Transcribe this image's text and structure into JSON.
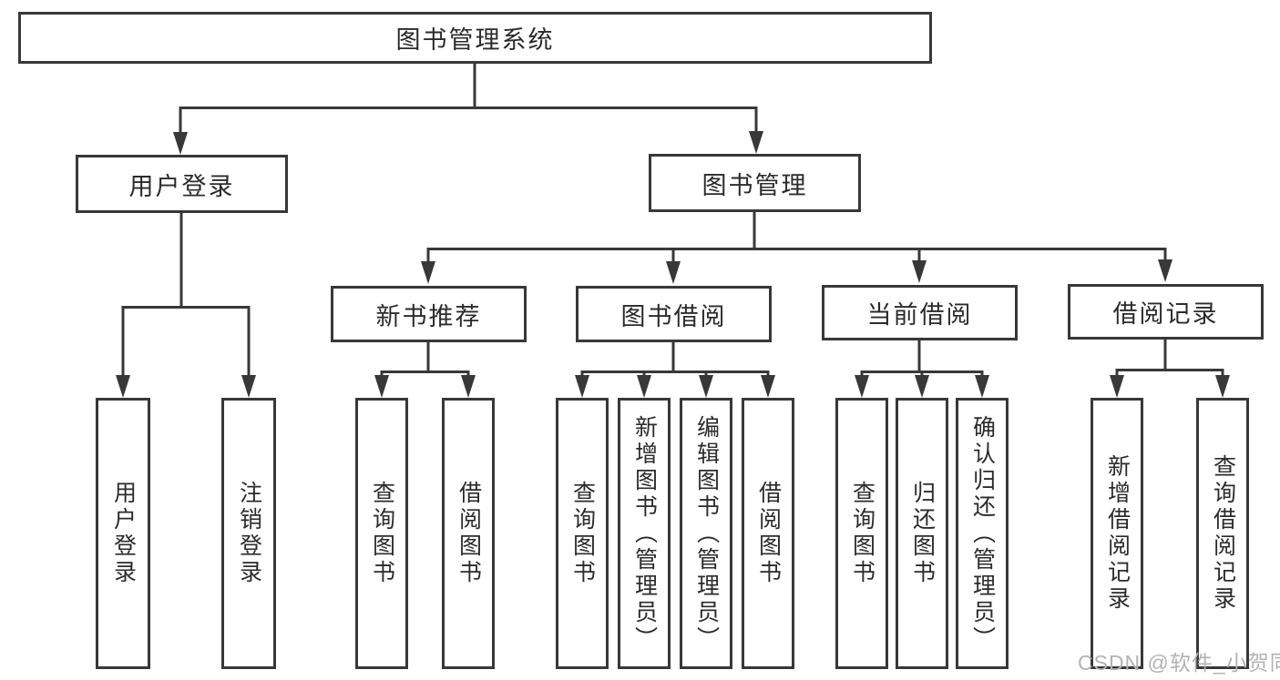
{
  "diagram": {
    "type": "tree",
    "root": {
      "label": "图书管理系统"
    },
    "level2": [
      {
        "id": "user",
        "label": "用户登录",
        "parent": "root"
      },
      {
        "id": "book",
        "label": "图书管理",
        "parent": "root"
      }
    ],
    "level3": [
      {
        "id": "new",
        "label": "新书推荐",
        "parent": "book"
      },
      {
        "id": "borrow",
        "label": "图书借阅",
        "parent": "book"
      },
      {
        "id": "current",
        "label": "当前借阅",
        "parent": "book"
      },
      {
        "id": "record",
        "label": "借阅记录",
        "parent": "book"
      }
    ],
    "leaves": [
      {
        "id": "user-login",
        "label": "用户登录",
        "parent": "user"
      },
      {
        "id": "user-logout",
        "label": "注销登录",
        "parent": "user"
      },
      {
        "id": "new-query-books",
        "label": "查询图书",
        "parent": "new"
      },
      {
        "id": "new-borrow-books",
        "label": "借阅图书",
        "parent": "new"
      },
      {
        "id": "borrow-query-books",
        "label": "查询图书",
        "parent": "borrow"
      },
      {
        "id": "borrow-add-books-admin",
        "label": "新增图书（管理员）",
        "parent": "borrow"
      },
      {
        "id": "borrow-edit-books-admin",
        "label": "编辑图书（管理员）",
        "parent": "borrow"
      },
      {
        "id": "borrow-lend-books",
        "label": "借阅图书",
        "parent": "borrow"
      },
      {
        "id": "current-query-books",
        "label": "查询图书",
        "parent": "current"
      },
      {
        "id": "current-return-books",
        "label": "归还图书",
        "parent": "current"
      },
      {
        "id": "current-confirm-return-admin",
        "label": "确认归还（管理员）",
        "parent": "current"
      },
      {
        "id": "record-add-borrow-record",
        "label": "新增借阅记录",
        "parent": "record"
      },
      {
        "id": "record-query-borrow-record",
        "label": "查询借阅记录",
        "parent": "record"
      }
    ]
  },
  "watermark": {
    "text": "CSDN @软件_小贺同学"
  },
  "colors": {
    "line": "#383838",
    "box_border": "#383838",
    "text": "#2b2b2b",
    "watermark": "#b3b3b3",
    "background": "#ffffff"
  }
}
